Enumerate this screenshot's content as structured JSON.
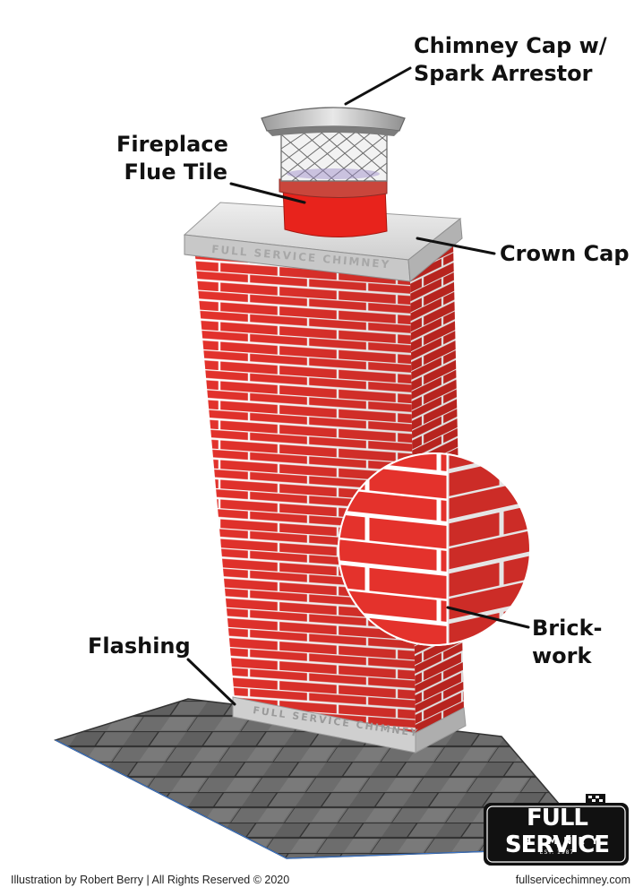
{
  "labels": {
    "chimney_cap": [
      "Chimney Cap w/",
      "Spark Arrestor"
    ],
    "flue_tile": [
      "Fireplace",
      "Flue Tile"
    ],
    "crown_cap": "Crown Cap",
    "brickwork": [
      "Brick-",
      "work"
    ],
    "flashing": "Flashing"
  },
  "footer": {
    "credit": "Illustration by Robert Berry  |  All Rights Reserved © 2020",
    "url": "fullservicechimney.com"
  },
  "logo": {
    "line1": "FULL SERVICE",
    "line2": "CHIMNEY",
    "est": "EST. 1987"
  },
  "watermark": "FULL SERVICE CHIMNEY",
  "colors": {
    "brick": "#e4322c",
    "brick_dark": "#c62420",
    "mortar": "#ffffff",
    "flue_tile": "#e8231c",
    "crown": "#d6d6d6",
    "shingle": "#6e6e6e",
    "leader_line": "#111111"
  }
}
